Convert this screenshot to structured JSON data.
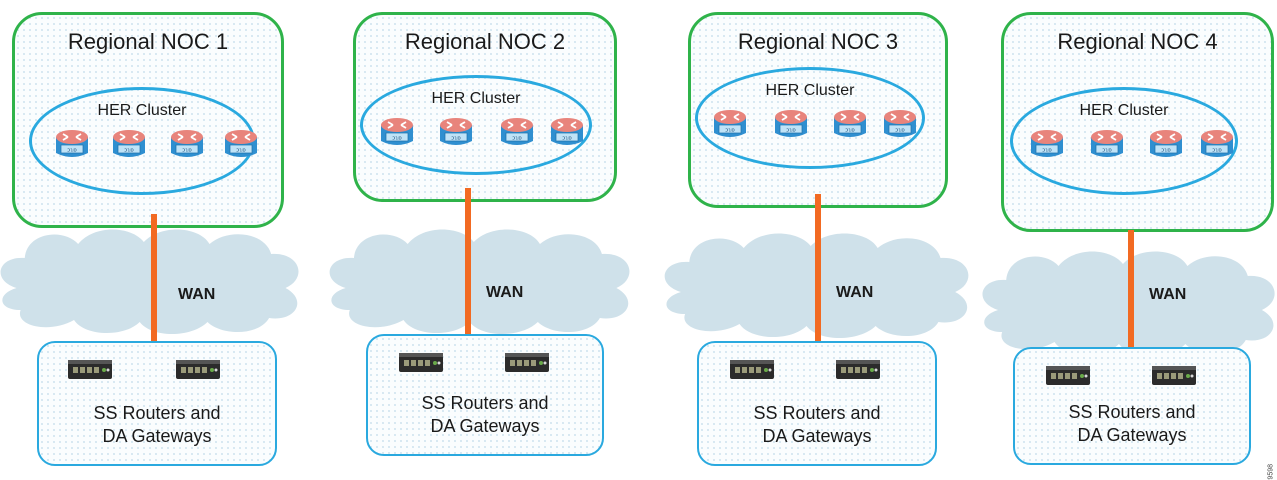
{
  "nocs": [
    {
      "title": "Regional NOC 1",
      "cluster_label": "HER Cluster",
      "wan_label": "WAN",
      "site_line1": "SS Routers and",
      "site_line2": "DA Gateways"
    },
    {
      "title": "Regional NOC 2",
      "cluster_label": "HER Cluster",
      "wan_label": "WAN",
      "site_line1": "SS Routers and",
      "site_line2": "DA Gateways"
    },
    {
      "title": "Regional NOC 3",
      "cluster_label": "HER Cluster",
      "wan_label": "WAN",
      "site_line1": "SS Routers and",
      "site_line2": "DA Gateways"
    },
    {
      "title": "Regional NOC 4",
      "cluster_label": "HER Cluster",
      "wan_label": "WAN",
      "site_line1": "SS Routers and",
      "site_line2": "DA Gateways"
    }
  ],
  "figure_id": "9598",
  "colors": {
    "noc_border": "#2fb34a",
    "cluster_border": "#2aa9df",
    "link": "#f26a22",
    "cloud": "#cfe1ea",
    "router_top": "#e8847c",
    "router_body": "#2f8fd0"
  }
}
